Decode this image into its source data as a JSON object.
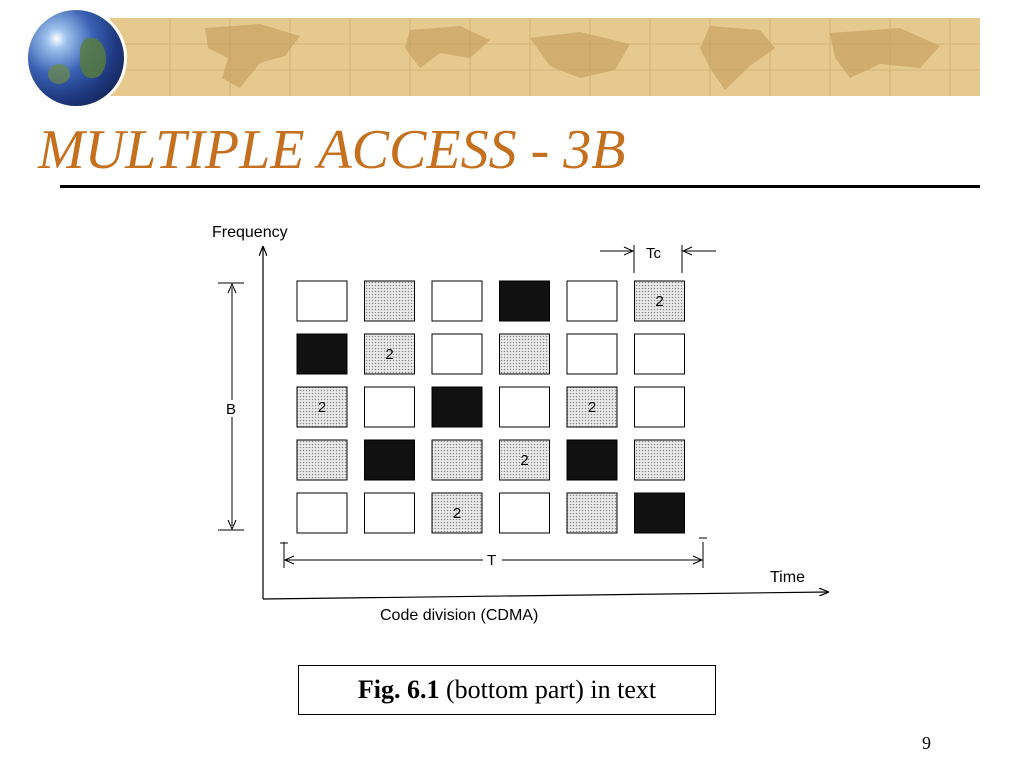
{
  "slide": {
    "title": "MULTIPLE ACCESS - 3B",
    "page_number": "9"
  },
  "figure": {
    "y_axis_label": "Frequency",
    "x_axis_label": "Time",
    "subtitle": "Code division (CDMA)",
    "bandwidth_label": "B",
    "period_label": "T",
    "chip_label": "Tc",
    "colors": {
      "empty": "#ffffff",
      "dotted": "#d4d4d4",
      "black": "#111111"
    },
    "grid": [
      [
        {
          "fill": "empty",
          "label": ""
        },
        {
          "fill": "dotted",
          "label": ""
        },
        {
          "fill": "empty",
          "label": ""
        },
        {
          "fill": "black",
          "label": ""
        },
        {
          "fill": "empty",
          "label": ""
        },
        {
          "fill": "dotted",
          "label": "2"
        }
      ],
      [
        {
          "fill": "black",
          "label": ""
        },
        {
          "fill": "dotted",
          "label": "2"
        },
        {
          "fill": "empty",
          "label": ""
        },
        {
          "fill": "dotted",
          "label": ""
        },
        {
          "fill": "empty",
          "label": ""
        },
        {
          "fill": "empty",
          "label": ""
        }
      ],
      [
        {
          "fill": "dotted",
          "label": "2"
        },
        {
          "fill": "empty",
          "label": ""
        },
        {
          "fill": "black",
          "label": ""
        },
        {
          "fill": "empty",
          "label": ""
        },
        {
          "fill": "dotted",
          "label": "2"
        },
        {
          "fill": "empty",
          "label": ""
        }
      ],
      [
        {
          "fill": "dotted",
          "label": ""
        },
        {
          "fill": "black",
          "label": ""
        },
        {
          "fill": "dotted",
          "label": ""
        },
        {
          "fill": "dotted",
          "label": "2"
        },
        {
          "fill": "black",
          "label": ""
        },
        {
          "fill": "dotted",
          "label": ""
        }
      ],
      [
        {
          "fill": "empty",
          "label": ""
        },
        {
          "fill": "empty",
          "label": ""
        },
        {
          "fill": "dotted",
          "label": "2"
        },
        {
          "fill": "empty",
          "label": ""
        },
        {
          "fill": "dotted",
          "label": ""
        },
        {
          "fill": "black",
          "label": ""
        }
      ]
    ]
  },
  "caption": {
    "bold": "Fig. 6.1",
    "rest": " (bottom part) in text"
  }
}
